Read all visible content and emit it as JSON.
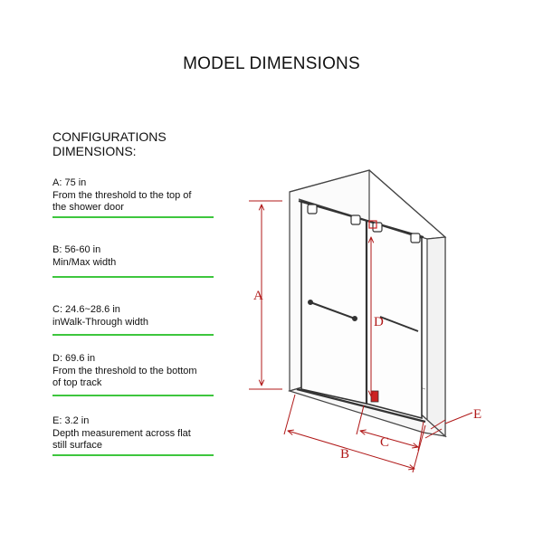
{
  "page": {
    "title": "MODEL DIMENSIONS"
  },
  "configurations": {
    "heading_line1": "CONFIGURATIONS",
    "heading_line2": "DIMENSIONS:"
  },
  "specs": [
    {
      "value": "A: 75 in",
      "desc_lines": [
        "From the threshold to the top of",
        "the shower door"
      ]
    },
    {
      "value": "B: 56-60 in",
      "desc_lines": [
        "Min/Max width"
      ]
    },
    {
      "value": "C: 24.6~28.6 in",
      "desc_lines": [
        "inWalk-Through width"
      ]
    },
    {
      "value": "D: 69.6 in",
      "desc_lines": [
        "From the threshold to the bottom",
        "of top track"
      ]
    },
    {
      "value": "E: 3.2 in",
      "desc_lines": [
        "Depth measurement across flat",
        "still surface"
      ]
    }
  ],
  "diagram_labels": {
    "a": "A",
    "b": "B",
    "c": "C",
    "d": "D",
    "e": "E"
  },
  "colors": {
    "divider": "#3ec63e",
    "dimension": "#b01818",
    "outline": "#444444"
  }
}
